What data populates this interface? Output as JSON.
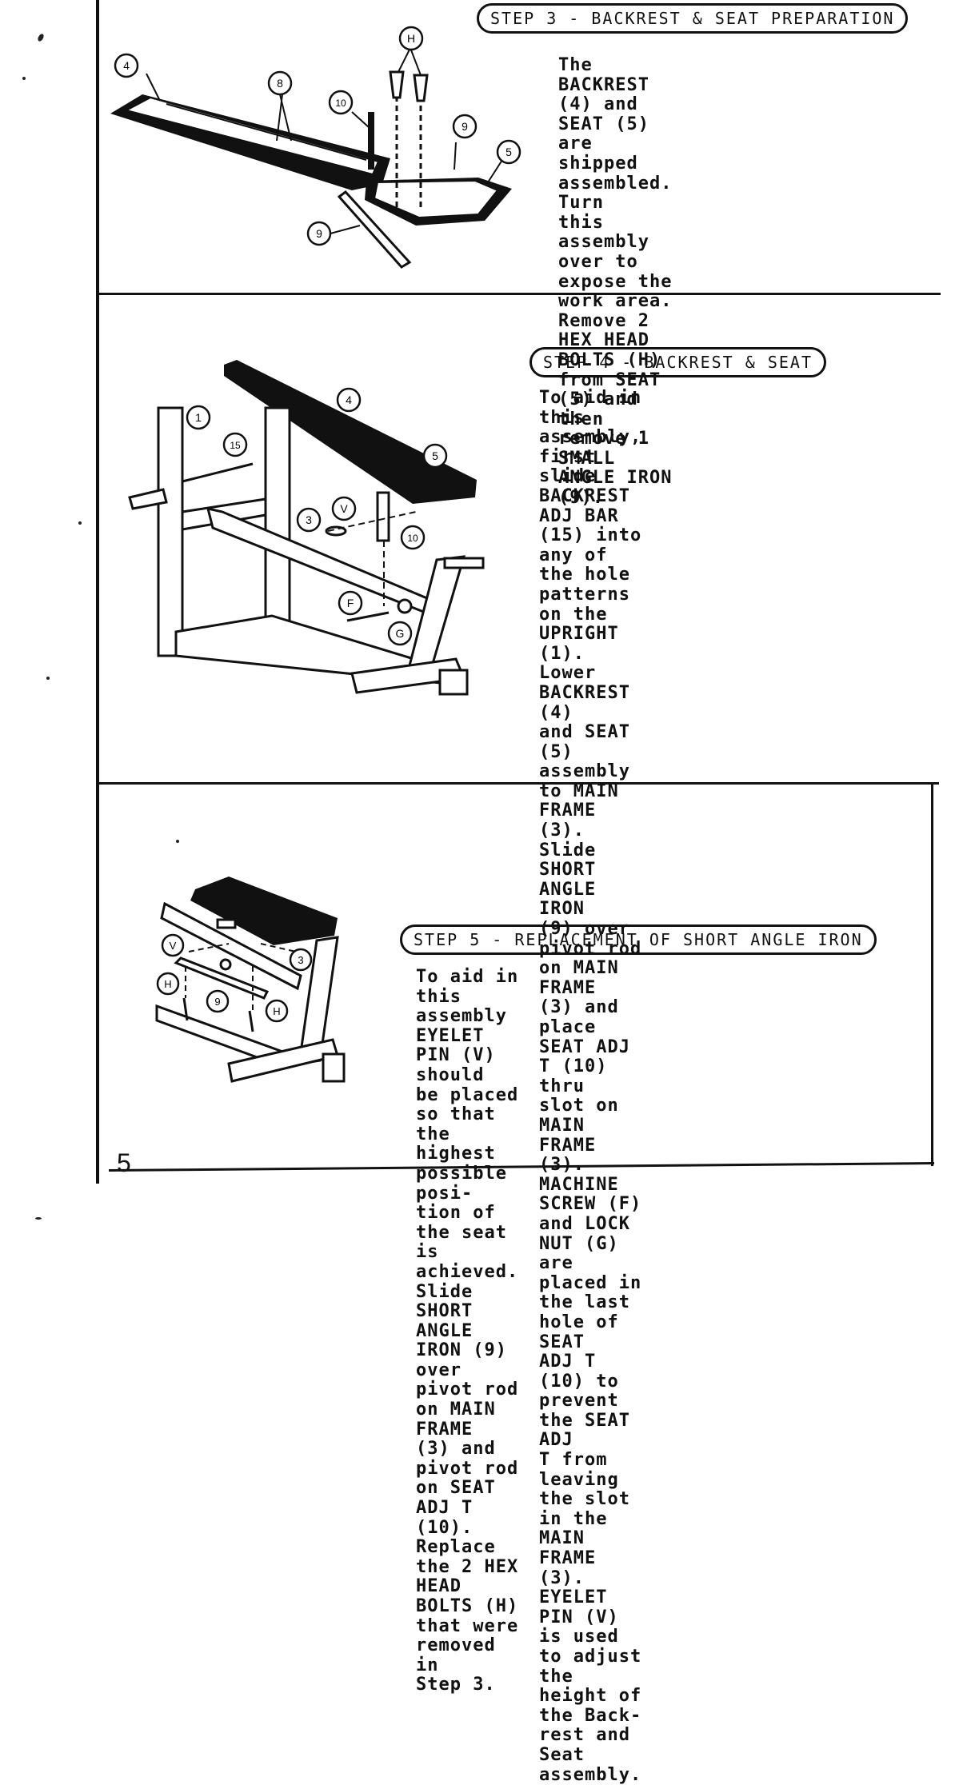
{
  "step3": {
    "title": "STEP 3 - BACKREST & SEAT PREPARATION",
    "text": "The BACKREST (4) and SEAT (5)\nare shipped assembled.  Turn\nthis assembly over to expose the\nwork area.  Remove 2 HEX HEAD\nBOLTS (H) from SEAT (5) and then\nremove 1 SMALL ANGLE IRON (9).",
    "callouts": [
      "4",
      "8",
      "10",
      "H",
      "9",
      "5",
      "9"
    ]
  },
  "step4": {
    "title": "STEP 4 - BACKREST & SEAT",
    "text": "To aid in this assembly, first\nslide BACKREST ADJ BAR (15) into\nany of the hole patterns on the\nUPRIGHT (1).  Lower BACKREST (4)\nand SEAT (5) assembly to MAIN\nFRAME (3).  Slide SHORT ANGLE IRON\n(9) over pivot rod on MAIN FRAME\n(3) and place SEAT ADJ T (10) thru\nslot on MAIN FRAME (3).  MACHINE\nSCREW (F) and LOCK NUT (G) are\nplaced in the last hole of SEAT\nADJ T (10) to prevent the SEAT ADJ\nT from leaving the slot in the MAIN\nFRAME (3).  EYELET PIN (V) is used\nto adjust the height of the Back-\nrest and Seat assembly.",
    "callouts": [
      "4",
      "1",
      "15",
      "5",
      "V",
      "3",
      "10",
      "F",
      "G"
    ]
  },
  "step5": {
    "title": "STEP 5 - REPLACEMENT OF SHORT ANGLE IRON",
    "text": "To aid in this assembly EYELET PIN (V) should\nbe placed so that the highest possible posi-\ntion of the seat is achieved.  Slide SHORT\nANGLE IRON (9) over pivot rod on MAIN FRAME\n(3) and pivot rod on SEAT ADJ T (10).  Replace\nthe 2 HEX HEAD BOLTS (H) that were removed in\nStep 3.",
    "callouts": [
      "V",
      "3",
      "H",
      "9",
      "H"
    ]
  },
  "page_number": "5"
}
